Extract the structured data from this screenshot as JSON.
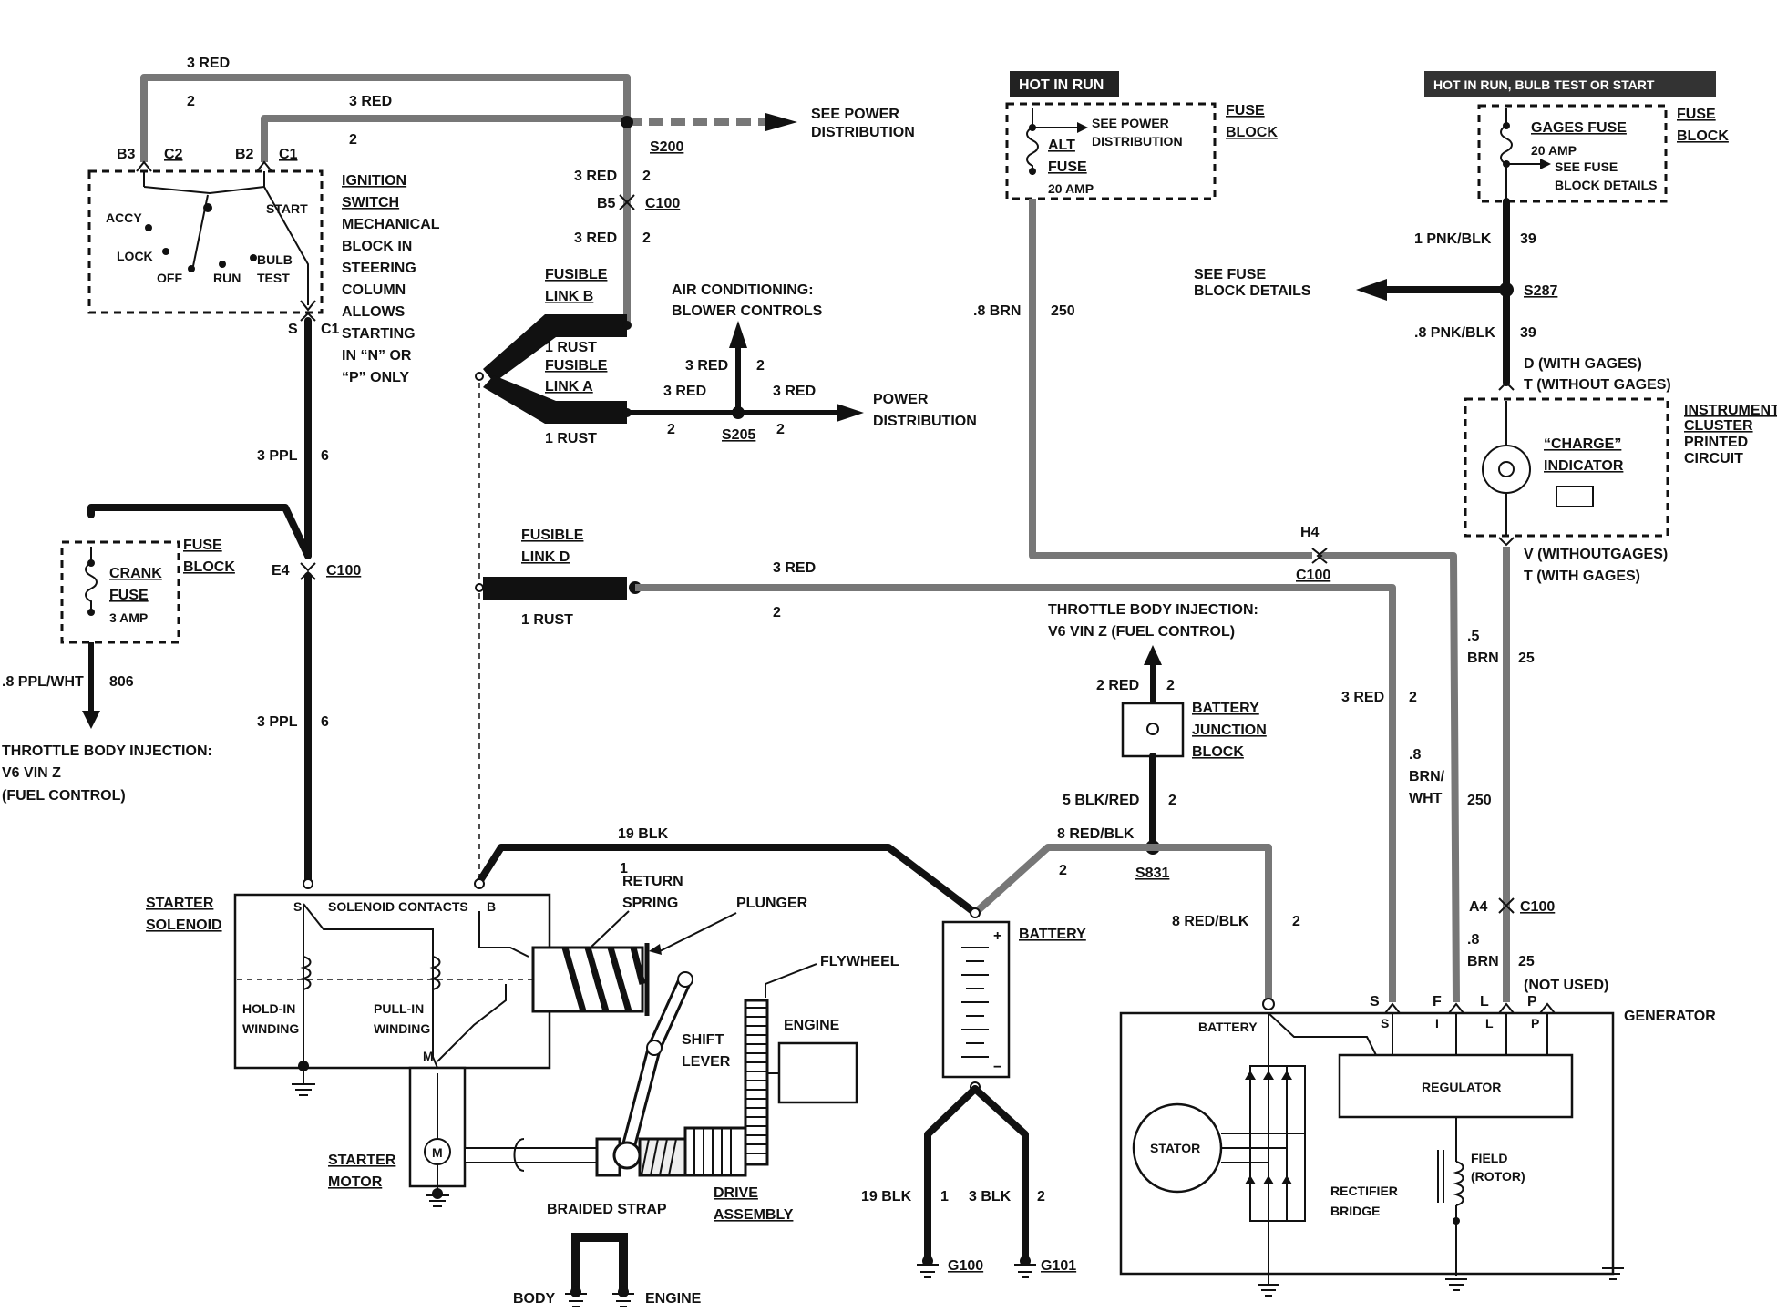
{
  "top": {
    "w3red_top": "3 RED",
    "n2_top": "2",
    "w3red_b": "3 RED",
    "n2_b": "2",
    "see_power": "SEE POWER",
    "distribution": "DISTRIBUTION",
    "s200": "S200",
    "b3": "B3",
    "c2": "C2",
    "b2": "B2",
    "c1": "C1"
  },
  "ignition": {
    "accy": "ACCY",
    "lock": "LOCK",
    "off": "OFF",
    "run": "RUN",
    "bulb": "BULB",
    "test": "TEST",
    "start": "START",
    "l1": "IGNITION",
    "l2": "SWITCH",
    "l3": "MECHANICAL",
    "l4": "BLOCK IN",
    "l5": "STEERING",
    "l6": "COLUMN",
    "l7": "ALLOWS",
    "l8": "STARTING",
    "l9": "IN “N” OR",
    "l10": "“P” ONLY",
    "s": "S",
    "c1": "C1"
  },
  "center_upper": {
    "r3a": "3 RED",
    "n2a": "2",
    "b5": "B5",
    "c100": "C100",
    "r3b": "3 RED",
    "n2b": "2",
    "flb1": "FUSIBLE",
    "flb2": "LINK B",
    "ac1": "AIR CONDITIONING:",
    "ac2": "BLOWER CONTROLS",
    "rust1": "1 RUST",
    "fla1": "FUSIBLE",
    "fla2": "LINK A",
    "r3c": "3 RED",
    "r3d": "3 RED",
    "r3e": "3 RED",
    "pd1": "POWER",
    "pd2": "DISTRIBUTION",
    "rust2": "1 RUST",
    "n2c": "2",
    "s205": "S205",
    "n2d": "2",
    "n2e": "2"
  },
  "left_mid": {
    "ppl3a": "3 PPL",
    "n6a": "6",
    "fuse_block1": "FUSE",
    "fuse_block2": "BLOCK",
    "crank1": "CRANK",
    "crank2": "FUSE",
    "amp3": "3 AMP",
    "e4": "E4",
    "c100": "C100",
    "ppl8": ".8 PPL/WHT",
    "n806": "806",
    "ppl3b": "3 PPL",
    "n6b": "6",
    "tbi1": "THROTTLE BODY INJECTION:",
    "tbi2": "V6 VIN Z",
    "tbi3": "(FUEL CONTROL)"
  },
  "link_d": {
    "l1": "FUSIBLE",
    "l2": "LINK D",
    "rust": "1 RUST",
    "r3": "3 RED",
    "n2": "2"
  },
  "alt_fuse": {
    "hot": "HOT IN RUN",
    "see1": "SEE POWER",
    "see2": "DISTRIBUTION",
    "alt": "ALT",
    "fuse": "FUSE",
    "amp": "20 AMP",
    "fb1": "FUSE",
    "fb2": "BLOCK",
    "brn": ".8 BRN",
    "n250": "250",
    "h4": "H4",
    "c100": "C100"
  },
  "gages": {
    "hot": "HOT IN RUN, BULB TEST OR START",
    "gf": "GAGES FUSE",
    "amp": "20 AMP",
    "see1": "SEE FUSE",
    "see2": "BLOCK DETAILS",
    "fb1": "FUSE",
    "fb2": "BLOCK",
    "pnk1": "1 PNK/BLK",
    "n39a": "39",
    "sfbd1": "SEE FUSE",
    "sfbd2": "BLOCK DETAILS",
    "s287": "S287",
    "pnk8": ".8 PNK/BLK",
    "n39b": "39",
    "d": "D (WITH GAGES)",
    "t": "T (WITHOUT GAGES)",
    "ic1": "INSTRUMENT",
    "ic2": "CLUSTER",
    "ic3": "PRINTED",
    "ic4": "CIRCUIT",
    "ch1": "“CHARGE”",
    "ch2": "INDICATOR",
    "v": "V (WITHOUTGAGES)",
    "t2": "T (WITH GAGES)"
  },
  "right_mid": {
    "tbi1": "THROTTLE BODY INJECTION:",
    "tbi2": "V6 VIN Z (FUEL CONTROL)",
    "r2": "2 RED",
    "n2a": "2",
    "bj1": "BATTERY",
    "bj2": "JUNCTION",
    "bj3": "BLOCK",
    "br5": "5 BLK/RED",
    "n2b": "2",
    "rb8": "8 RED/BLK",
    "n2c": "2",
    "s831": "S831",
    "rb8b": "8 RED/BLK",
    "n2d": "2",
    "r3": "3 RED",
    "n2e": "2",
    "b5": ".5",
    "brn": "BRN",
    "n25a": "25",
    "b8": ".8",
    "brn2": "BRN/",
    "wht": "WHT",
    "n250": "250",
    "a4": "A4",
    "c100": "C100",
    "b8b": ".8",
    "brn3": "BRN",
    "n25b": "25",
    "notused": "(NOT USED)"
  },
  "starter": {
    "blk19": "19 BLK",
    "n1": "1",
    "ss1": "STARTER",
    "ss2": "SOLENOID",
    "s": "S",
    "contacts": "SOLENOID CONTACTS",
    "b": "B",
    "rs1": "RETURN",
    "rs2": "SPRING",
    "plunger": "PLUNGER",
    "flywheel": "FLYWHEEL",
    "hold1": "HOLD-IN",
    "hold2": "WINDING",
    "pull1": "PULL-IN",
    "pull2": "WINDING",
    "m": "M",
    "shift1": "SHIFT",
    "shift2": "LEVER",
    "engine": "ENGINE",
    "sm1": "STARTER",
    "sm2": "MOTOR",
    "mm": "M",
    "drive1": "DRIVE",
    "drive2": "ASSEMBLY",
    "braided": "BRAIDED STRAP",
    "body": "BODY",
    "engine2": "ENGINE"
  },
  "battery": {
    "label": "BATTERY",
    "plus": "+",
    "minus": "−",
    "blk19": "19 BLK",
    "n1": "1",
    "blk3": "3 BLK",
    "n2": "2",
    "g100": "G100",
    "g101": "G101"
  },
  "generator": {
    "label": "GENERATOR",
    "s": "S",
    "f": "F",
    "l": "L",
    "p": "P",
    "battery": "BATTERY",
    "s2": "S",
    "i": "I",
    "l2": "L",
    "p2": "P",
    "regulator": "REGULATOR",
    "stator": "STATOR",
    "field1": "FIELD",
    "field2": "(ROTOR)",
    "rect1": "RECTIFIER",
    "rect2": "BRIDGE"
  }
}
